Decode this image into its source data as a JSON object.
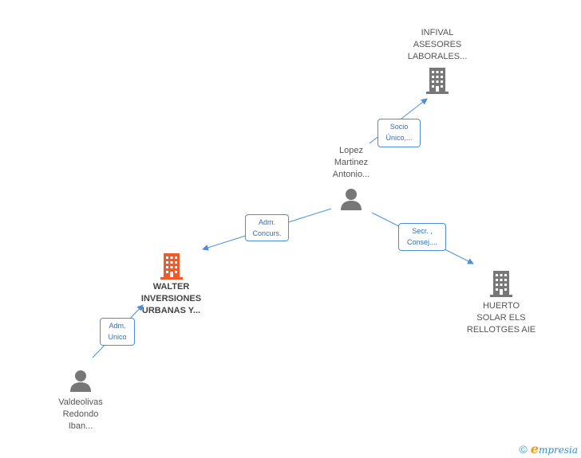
{
  "nodes": {
    "infival": {
      "type": "company",
      "lines": [
        "INFIVAL",
        "ASESORES",
        "LABORALES..."
      ],
      "icon": "building-icon",
      "color": "#777777"
    },
    "lopez": {
      "type": "person",
      "lines": [
        "Lopez",
        "Martinez",
        "Antonio..."
      ],
      "icon": "person-icon",
      "color": "#777777"
    },
    "walter": {
      "type": "company",
      "lines": [
        "WALTER",
        "INVERSIONES",
        "URBANAS Y..."
      ],
      "icon": "building-icon",
      "color": "#f05a2a",
      "highlighted": true
    },
    "huerto": {
      "type": "company",
      "lines": [
        "HUERTO",
        "SOLAR ELS",
        "RELLOTGES AIE"
      ],
      "icon": "building-icon",
      "color": "#777777"
    },
    "valdeolivas": {
      "type": "person",
      "lines": [
        "Valdeolivas",
        "Redondo",
        "Iban..."
      ],
      "icon": "person-icon",
      "color": "#777777"
    }
  },
  "edges": [
    {
      "from": "lopez",
      "to": "infival",
      "label": [
        "Socio",
        "Único,..."
      ]
    },
    {
      "from": "lopez",
      "to": "walter",
      "label": [
        "Adm.",
        "Concurs."
      ]
    },
    {
      "from": "lopez",
      "to": "huerto",
      "label": [
        "Secr. ,",
        "Consej...."
      ]
    },
    {
      "from": "valdeolivas",
      "to": "walter",
      "label": [
        "Adm.",
        "Unico"
      ]
    }
  ],
  "colors": {
    "edge": "#4a90d9",
    "edge_label_text": "#2f6fb5"
  },
  "footer": {
    "copyright": "©",
    "brand_initial": "e",
    "brand_rest": "mpresia"
  }
}
